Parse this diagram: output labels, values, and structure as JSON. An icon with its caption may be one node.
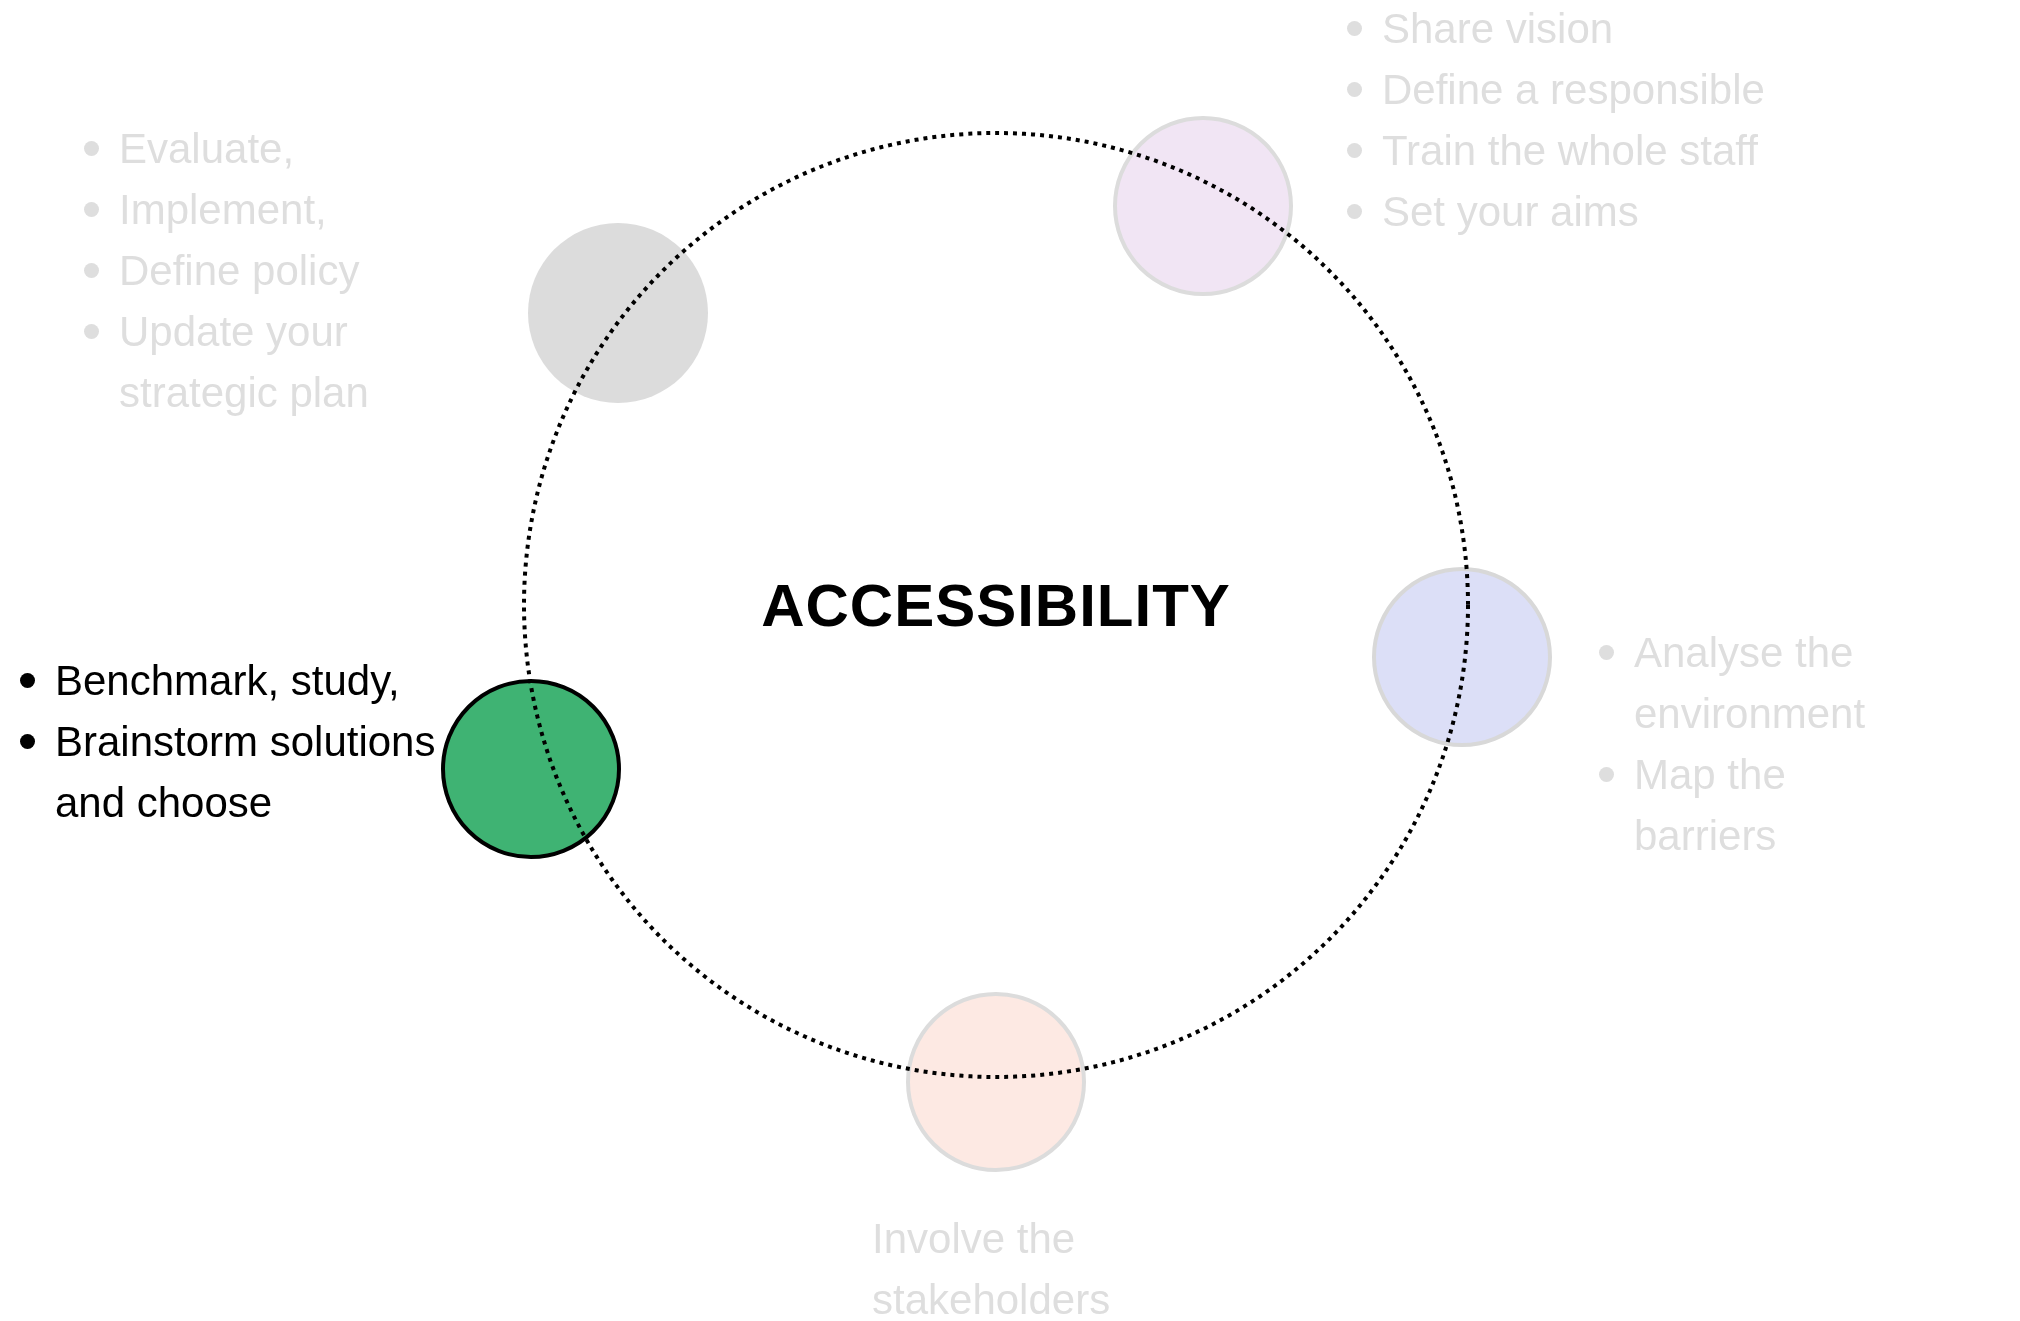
{
  "diagram": {
    "nodes": [
      {
        "text": [
          "ACCESSIBILITY"
        ]
      },
      {
        "text": [],
        "shape": "circle",
        "beside": [
          "Share vision",
          "Define a responsible",
          "Train the whole staff",
          "Set your aims"
        ]
      },
      {
        "text": [],
        "shape": "circle",
        "beside": [
          "Evaluate,",
          "Implement,",
          "Define policy",
          "Update your strategic plan"
        ]
      },
      {
        "text": [],
        "shape": "circle",
        "beside": [
          "Analyse the environment",
          "Map the barriers"
        ]
      },
      {
        "text": [],
        "shape": "circle",
        "beside": [
          "Benchmark, study,",
          "Brainstorm solutions and choose"
        ]
      },
      {
        "text": [],
        "shape": "circle",
        "beside": [
          "Involve the stakeholders"
        ]
      }
    ],
    "edges": []
  }
}
